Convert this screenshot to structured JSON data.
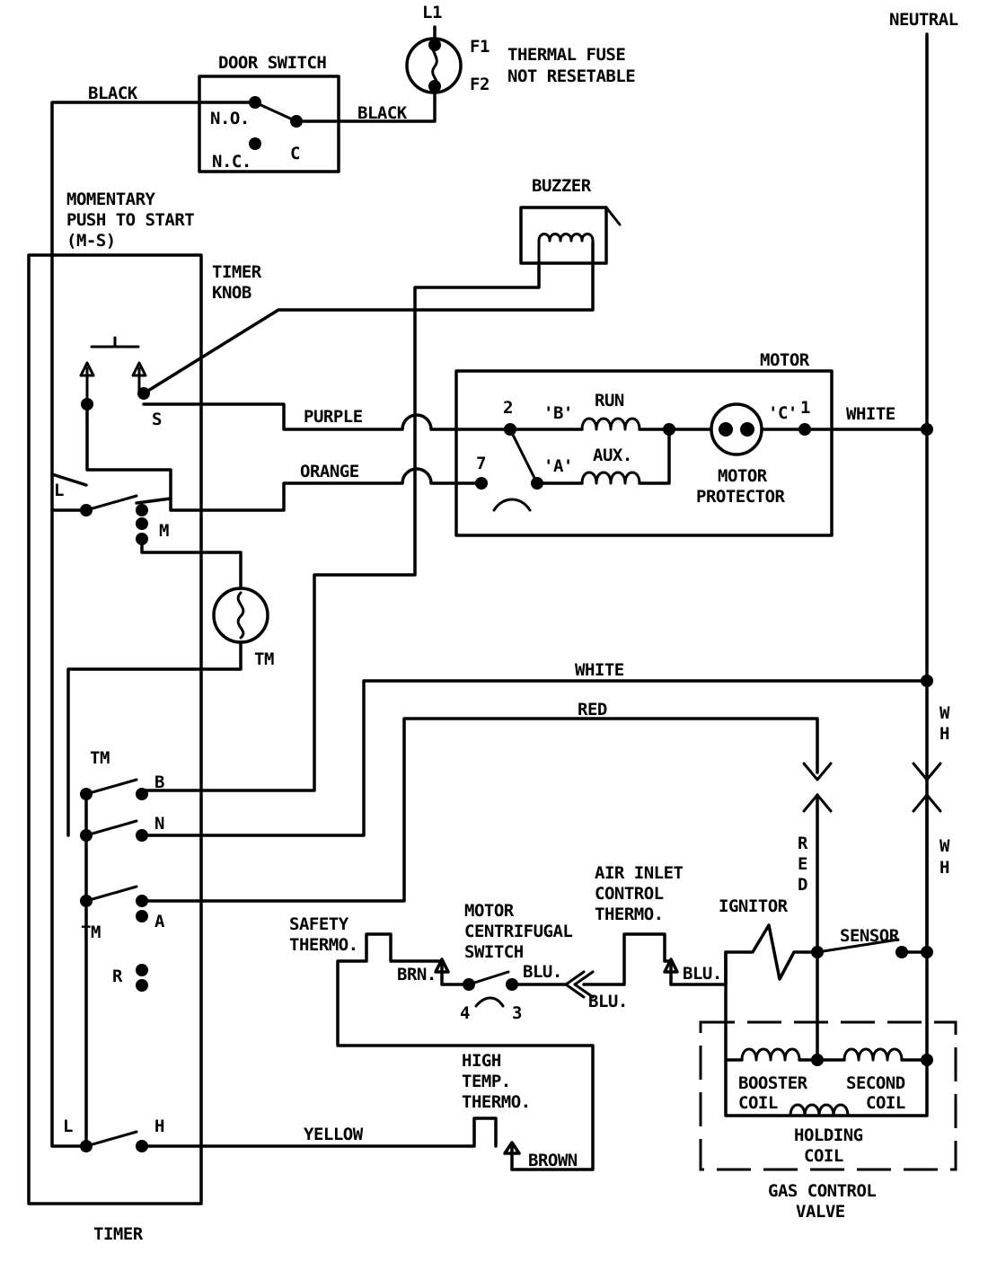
{
  "labels": {
    "neutral": "NEUTRAL",
    "l1": "L1",
    "f1": "F1",
    "f2": "F2",
    "thermal_fuse_1": "THERMAL FUSE",
    "thermal_fuse_2": "NOT RESETABLE",
    "door_switch": "DOOR SWITCH",
    "black_left": "BLACK",
    "black_right": "BLACK",
    "no": "N.O.",
    "nc": "N.C.",
    "c": "C",
    "momentary_1": "MOMENTARY",
    "momentary_2": "PUSH TO START",
    "momentary_3": "(M-S)",
    "buzzer": "BUZZER",
    "timer_knob_1": "TIMER",
    "timer_knob_2": "KNOB",
    "s": "S",
    "l_top": "L",
    "m": "M",
    "tm_motor": "TM",
    "purple": "PURPLE",
    "orange": "ORANGE",
    "motor": "MOTOR",
    "term_2": "2",
    "b_quote": "'B'",
    "run": "RUN",
    "c_quote": "'C'",
    "term_1": "1",
    "white_motor": "WHITE",
    "term_7": "7",
    "a_quote": "'A'",
    "aux": "AUX.",
    "motor_protector_1": "MOTOR",
    "motor_protector_2": "PROTECTOR",
    "white_mid": "WHITE",
    "red_top": "RED",
    "wh_top_1": "W",
    "wh_top_2": "H",
    "tm_b": "TM",
    "b": "B",
    "n": "N",
    "tm_a": "TM",
    "a": "A",
    "r": "R",
    "red_vertical_1": "R",
    "red_vertical_2": "E",
    "red_vertical_3": "D",
    "wh_bottom_1": "W",
    "wh_bottom_2": "H",
    "air_inlet_1": "AIR INLET",
    "air_inlet_2": "CONTROL",
    "air_inlet_3": "THERMO.",
    "motor_centrifugal_1": "MOTOR",
    "motor_centrifugal_2": "CENTRIFUGAL",
    "motor_centrifugal_3": "SWITCH",
    "safety_1": "SAFETY",
    "safety_2": "THERMO.",
    "brn": "BRN.",
    "blu_1": "BLU.",
    "blu_2": "BLU.",
    "blu_3": "BLU.",
    "term_4": "4",
    "term_3": "3",
    "ignitor": "IGNITOR",
    "sensor": "SENSOR",
    "booster_1": "BOOSTER",
    "booster_2": "COIL",
    "second_1": "SECOND",
    "second_2": "COIL",
    "holding_1": "HOLDING",
    "holding_2": "COIL",
    "gas_valve_1": "GAS CONTROL",
    "gas_valve_2": "VALVE",
    "high_temp_1": "HIGH",
    "high_temp_2": "TEMP.",
    "high_temp_3": "THERMO.",
    "l_bottom": "L",
    "h": "H",
    "yellow": "YELLOW",
    "brown": "BROWN",
    "timer": "TIMER"
  }
}
